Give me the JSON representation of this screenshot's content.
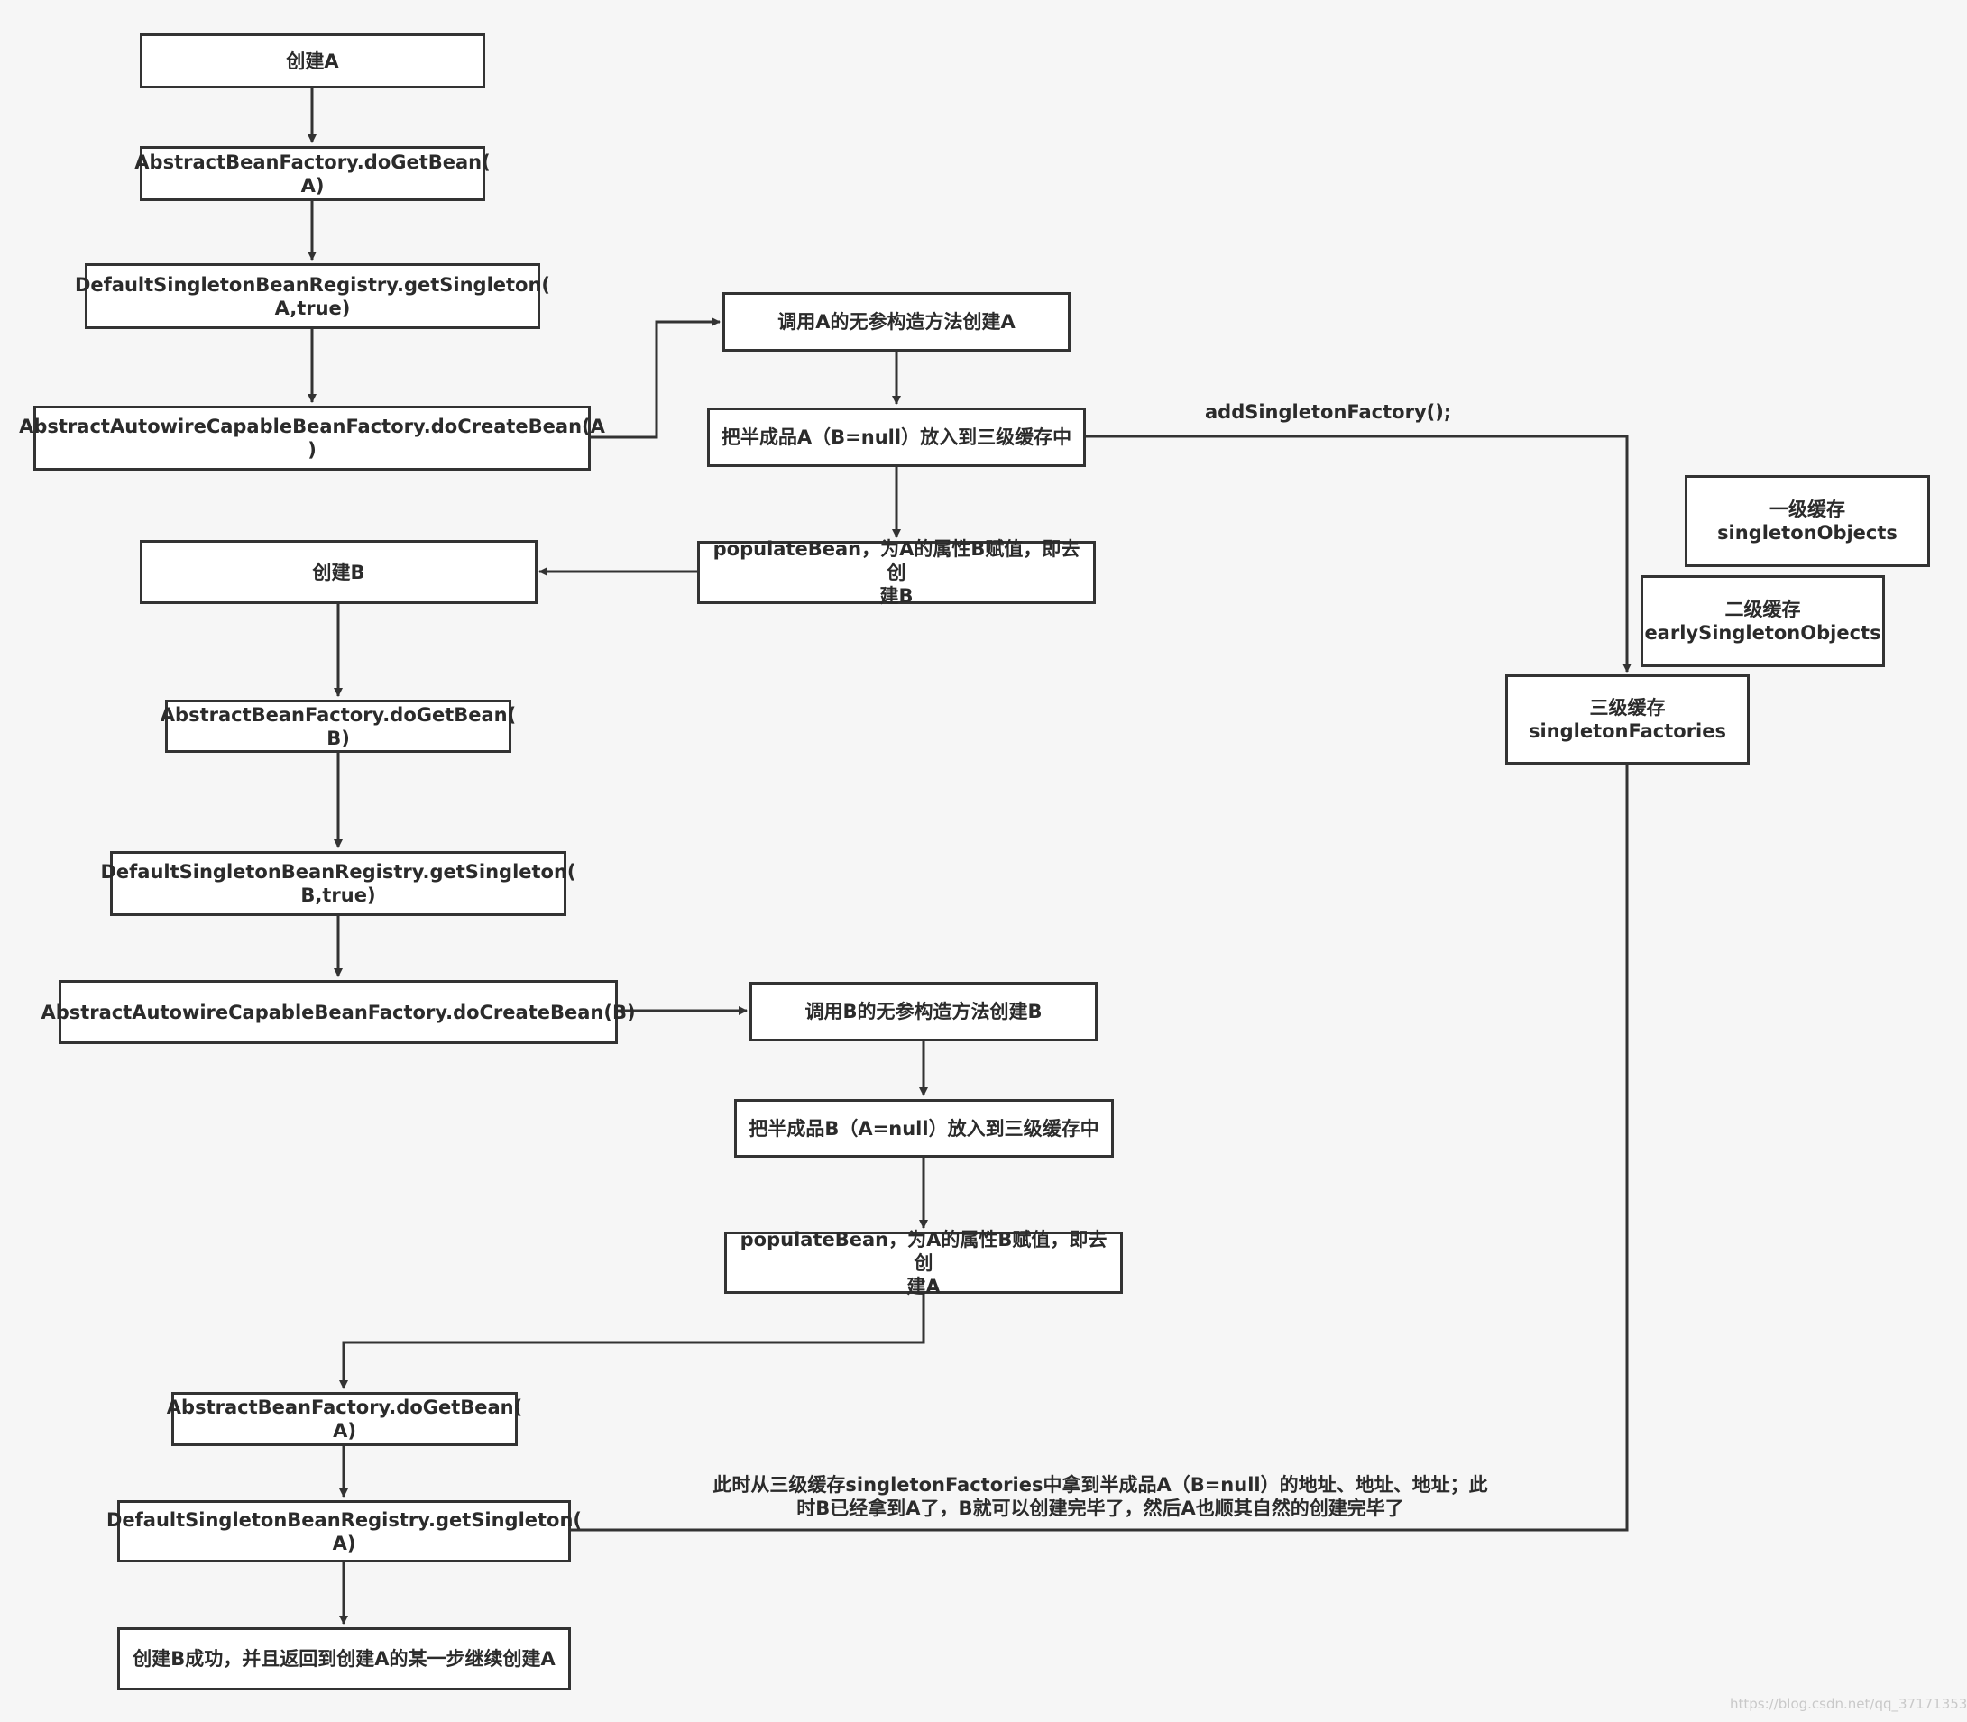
{
  "colors": {
    "background": "#f6f6f6",
    "node_border": "#333333",
    "node_fill": "#ffffff",
    "edge": "#333333",
    "text": "#2b2b2b"
  },
  "nodes": {
    "n1": "创建A",
    "n2": "AbstractBeanFactory.doGetBean(\nA)",
    "n3": "DefaultSingletonBeanRegistry.getSingleton(\nA,true)",
    "n4": "AbstractAutowireCapableBeanFactory.doCreateBean(A\n)",
    "n5": "调用A的无参构造方法创建A",
    "n6": "把半成品A（B=null）放入到三级缓存中",
    "n7": "populateBean，为A的属性B赋值，即去创\n建B",
    "n8": "创建B",
    "n9": "AbstractBeanFactory.doGetBean(\nB)",
    "n10": "DefaultSingletonBeanRegistry.getSingleton(\nB,true)",
    "n11": "AbstractAutowireCapableBeanFactory.doCreateBean(B)",
    "n12": "调用B的无参构造方法创建B",
    "n13": "把半成品B（A=null）放入到三级缓存中",
    "n14": "populateBean，为A的属性B赋值，即去创\n建A",
    "n15": "AbstractBeanFactory.doGetBean(\nA)",
    "n16": "DefaultSingletonBeanRegistry.getSingleton(\nA)",
    "n17": "创建B成功，并且返回到创建A的某一步继续创建A",
    "cache1": "一级缓存\nsingletonObjects",
    "cache2": "二级缓存\nearlySingletonObjects",
    "cache3": "三级缓存\nsingletonFactories"
  },
  "edge_labels": {
    "add_singleton_factory": "addSingletonFactory();",
    "fetch_from_cache": "此时从三级缓存singletonFactories中拿到半成品A（B=null）的地址、地址、地址；此\n时B已经拿到A了，B就可以创建完毕了，然后A也顺其自然的创建完毕了"
  },
  "watermark": "https://blog.csdn.net/qq_37171353"
}
